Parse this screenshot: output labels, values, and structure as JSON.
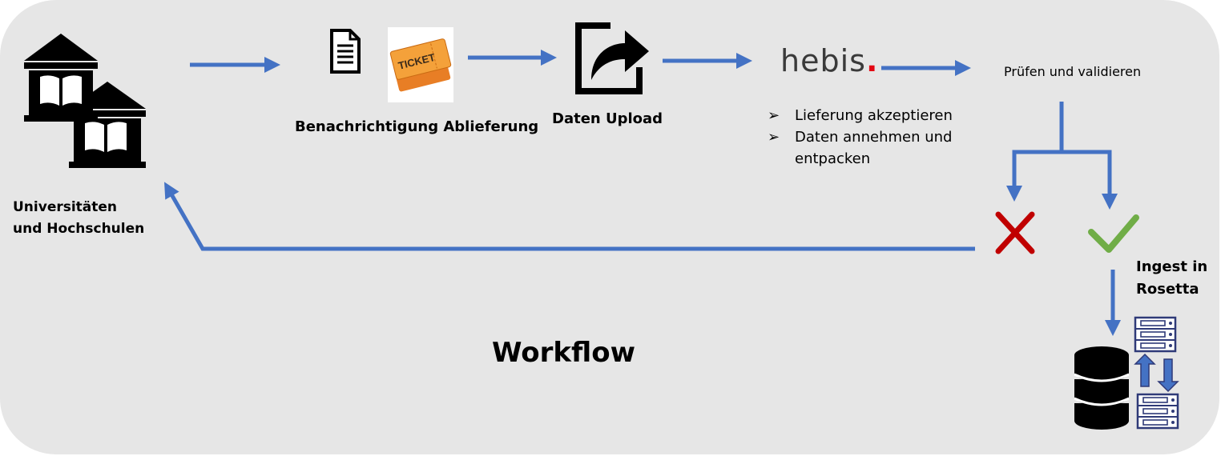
{
  "colors": {
    "arrow": "#4472c4",
    "panel": "#e6e6e6",
    "reject": "#c00000",
    "accept": "#70ad47",
    "hebis_dot": "#e30613"
  },
  "nodes": {
    "universities": {
      "line1": "Universitäten",
      "line2": "und Hochschulen",
      "icon": "library-buildings-icon"
    },
    "notification": {
      "label": "Benachrichtigung Ablieferung",
      "icons": [
        "document-icon",
        "ticket-icon"
      ],
      "ticket_text": "TICKET"
    },
    "upload": {
      "label": "Daten Upload",
      "icon": "share-upload-icon"
    },
    "hebis": {
      "logo_text": "hebis",
      "logo_dot": "."
    },
    "hebis_steps": {
      "bullet": "➢",
      "items": [
        "Lieferung akzeptieren",
        "Daten annehmen und",
        "entpacken"
      ]
    },
    "check": {
      "label": "Prüfen und validieren"
    },
    "reject": {
      "icon": "red-x-icon"
    },
    "accept": {
      "icon": "green-check-icon"
    },
    "ingest": {
      "line1": "Ingest in",
      "line2": "Rosetta",
      "icons": [
        "database-icon",
        "server-icon"
      ]
    }
  },
  "title": "Workflow"
}
